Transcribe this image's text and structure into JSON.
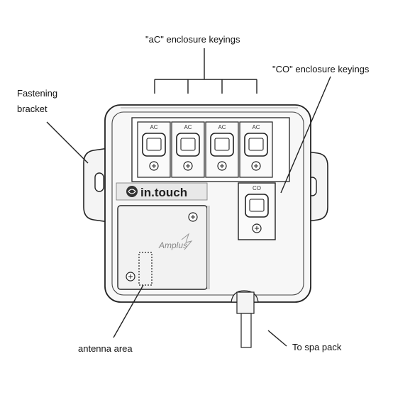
{
  "labels": {
    "ac_keyings": "\"aC\" enclosure keyings",
    "co_keyings": "\"CO\" enclosure keyings",
    "fastening_line1": "Fastening",
    "fastening_line2": "bracket",
    "antenna_area": "antenna area",
    "to_spa_pack": "To spa pack"
  },
  "device": {
    "brand": "in.touch",
    "module_logo": "Amplus",
    "connectors": [
      {
        "label": "AC",
        "kind": "aC"
      },
      {
        "label": "AC",
        "kind": "aC"
      },
      {
        "label": "AC",
        "kind": "aC"
      },
      {
        "label": "AC",
        "kind": "aC"
      },
      {
        "label": "CO",
        "kind": "CO"
      }
    ]
  },
  "colors": {
    "line": "#222222",
    "body": "#f7f7f7",
    "shade": "#cfcfcf"
  }
}
